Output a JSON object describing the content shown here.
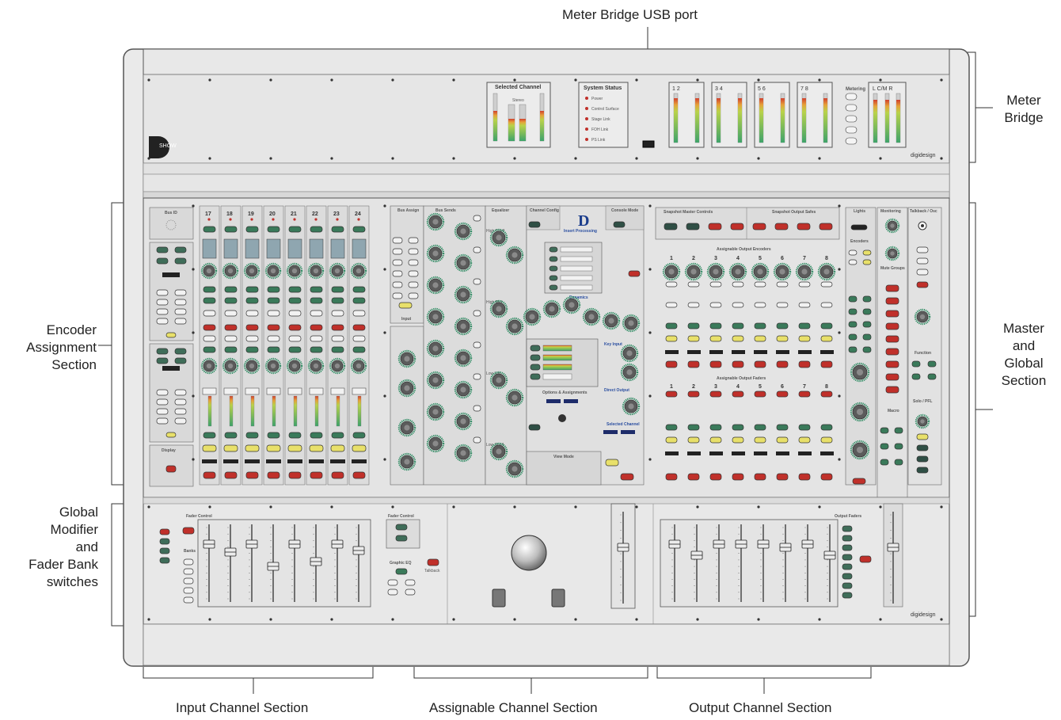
{
  "labels": {
    "meter_bridge_usb": "Meter Bridge USB port",
    "meter_bridge": "Meter\nBridge",
    "encoder_assignment": "Encoder\nAssignment\nSection",
    "master_global": "Master\nand\nGlobal\nSection",
    "global_modifier": "Global\nModifier\nand\nFader Bank\nswitches",
    "input_channel": "Input Channel Section",
    "assignable_channel": "Assignable Channel Section",
    "output_channel": "Output Channel Section"
  },
  "panel": {
    "logo_letters": "SHOW",
    "brand": "digidesign",
    "selected_channel": "Selected Channel",
    "stereo": "Stereo",
    "system_status": {
      "title": "System Status",
      "items": [
        "Power",
        "Control Surface",
        "Stage Link",
        "FOH Link",
        "PS Link"
      ]
    },
    "meter_pairs": [
      "1  2",
      "3  4",
      "5  6",
      "7  8"
    ],
    "metering": "Metering",
    "lcr": "L  C/M  R",
    "input_channels": [
      "17",
      "18",
      "19",
      "20",
      "21",
      "22",
      "23",
      "24"
    ],
    "output_channels": [
      "1",
      "2",
      "3",
      "4",
      "5",
      "6",
      "7",
      "8"
    ],
    "section_titles": {
      "bus_assign": "Bus Assign",
      "bus_sends": "Bus Sends",
      "equalizer": "Equalizer",
      "channel_config": "Channel Config",
      "console_mode": "Console Mode",
      "insert_processing": "Insert Processing",
      "dynamics": "Dynamics",
      "key_input": "Key Input",
      "direct_output": "Direct Output",
      "selected_channel": "Selected Channel",
      "options_assignments": "Options & Assignments",
      "view_mode": "View Mode",
      "snapshot_master": "Snapshot Master Controls",
      "snapshot_output": "Snapshot Output Safes",
      "assignable_output_encoders": "Assignable Output Encoders",
      "assignable_output_faders": "Assignable Output Faders",
      "lights": "Lights",
      "encoders": "Encoders",
      "monitoring": "Monitoring",
      "talkback_osc": "Talkback / Osc",
      "mute_groups": "Mute Groups",
      "function": "Function",
      "solo_pfl": "Solo / PFL",
      "macro": "Macro",
      "fader_control": "Fader Control",
      "banks": "Banks",
      "graphic_eq": "Graphic EQ",
      "output_faders": "Output Faders",
      "display": "Display",
      "bus_id": "Bus ID",
      "input": "Input",
      "high_shelf": "High Shelf",
      "high_mid": "High Mid",
      "low_mid": "Low Mid",
      "low_shelf": "Low Shelf",
      "talkback": "Talkback"
    }
  },
  "colors": {
    "panel": "#e6e6e6",
    "panel_dark": "#d4d4d4",
    "outline": "#555555",
    "encoder_ring": "#2e8a62",
    "button_green": "#3a7a5a",
    "button_red": "#c0302a",
    "button_yellow": "#e8e06a"
  }
}
